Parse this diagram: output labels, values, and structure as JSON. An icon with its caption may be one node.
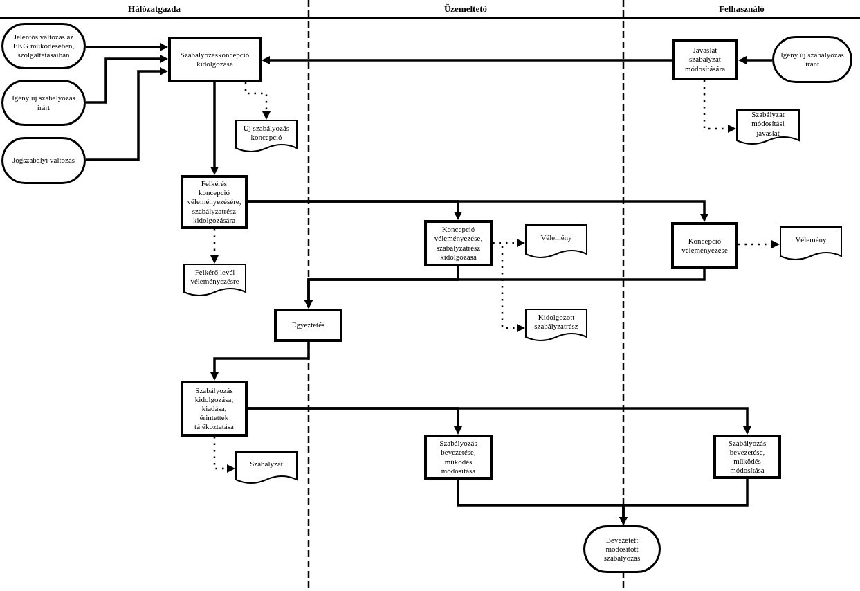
{
  "diagram": {
    "nodes": [
      {
        "text": [
          "Jelentős változás az EKG működésében, szolgáltatásaiban"
        ]
      },
      {
        "text": [
          "Szabályozáskoncepció kidolgozása"
        ]
      },
      {
        "text": [
          "Javaslat szabályzat módosítására"
        ]
      },
      {
        "text": [
          "Igény új szabályozás iránt"
        ]
      },
      {
        "text": [
          "Igény új szabályozás irárt"
        ]
      },
      {
        "text": [
          "Új szabályozás koncepció"
        ]
      },
      {
        "text": [
          "Szabályzat módosítási javaslat"
        ]
      },
      {
        "text": [
          "Jogszabályi változás"
        ]
      },
      {
        "text": [
          "Felkérés koncepció véleményezésére, szabályzatrész kidolgozására"
        ]
      },
      {
        "text": [
          "Koncepció véleményezése, szabályzatrész kidolgozása"
        ]
      },
      {
        "text": [
          "Vélemény"
        ]
      },
      {
        "text": [
          "Koncepció véleményezése"
        ]
      },
      {
        "text": [
          "Vélemény"
        ]
      },
      {
        "text": [
          "Felkérő levél véleményezésre"
        ]
      },
      {
        "text": [
          "Egyeztetés"
        ]
      },
      {
        "text": [
          "Kidolgozott szabályzatrész"
        ]
      },
      {
        "text": [
          "Szabályozás kidolgozása, kiadása, érintettek tájékoztatása"
        ]
      },
      {
        "text": [
          "Szabályozás bevezetése, működés módosítása"
        ]
      },
      {
        "text": [
          "Szabályozás bevezetése, működés módosítása"
        ]
      },
      {
        "text": [
          "Szabályzat"
        ]
      },
      {
        "text": [
          "Bevezetett módosított szabályozás"
        ]
      }
    ],
    "edges": [
      {
        "from": 0,
        "to": 1,
        "arrow": "to"
      },
      {
        "from": 4,
        "to": 1,
        "arrow": "to"
      },
      {
        "from": 7,
        "to": 1,
        "arrow": "to"
      },
      {
        "from": 3,
        "to": 2,
        "arrow": "to"
      },
      {
        "from": 2,
        "to": 1,
        "arrow": "to"
      },
      {
        "from": 1,
        "to": 5,
        "arrow": "to",
        "style": "dashed"
      },
      {
        "from": 2,
        "to": 6,
        "arrow": "to",
        "style": "dashed"
      },
      {
        "from": 1,
        "to": 8,
        "arrow": "to"
      },
      {
        "from": 8,
        "to": 9,
        "arrow": "to"
      },
      {
        "from": 8,
        "to": 11,
        "arrow": "to"
      },
      {
        "from": 8,
        "to": 13,
        "arrow": "to",
        "style": "dashed"
      },
      {
        "from": 9,
        "to": 10,
        "arrow": "to",
        "style": "dashed"
      },
      {
        "from": 9,
        "to": 15,
        "arrow": "to",
        "style": "dashed"
      },
      {
        "from": 11,
        "to": 12,
        "arrow": "to",
        "style": "dashed"
      },
      {
        "from": 9,
        "to": 14,
        "arrow": "to"
      },
      {
        "from": 11,
        "to": 14,
        "arrow": "to"
      },
      {
        "from": 14,
        "to": 16,
        "arrow": "to"
      },
      {
        "from": 16,
        "to": 17,
        "arrow": "to"
      },
      {
        "from": 16,
        "to": 18,
        "arrow": "to"
      },
      {
        "from": 16,
        "to": 19,
        "arrow": "to",
        "style": "dashed"
      },
      {
        "from": 17,
        "to": 20,
        "arrow": "to"
      },
      {
        "from": 18,
        "to": 20,
        "arrow": "to"
      }
    ],
    "labels": [
      "Hálózatgazda",
      "Üzemeltető",
      "Felhasználó"
    ]
  }
}
